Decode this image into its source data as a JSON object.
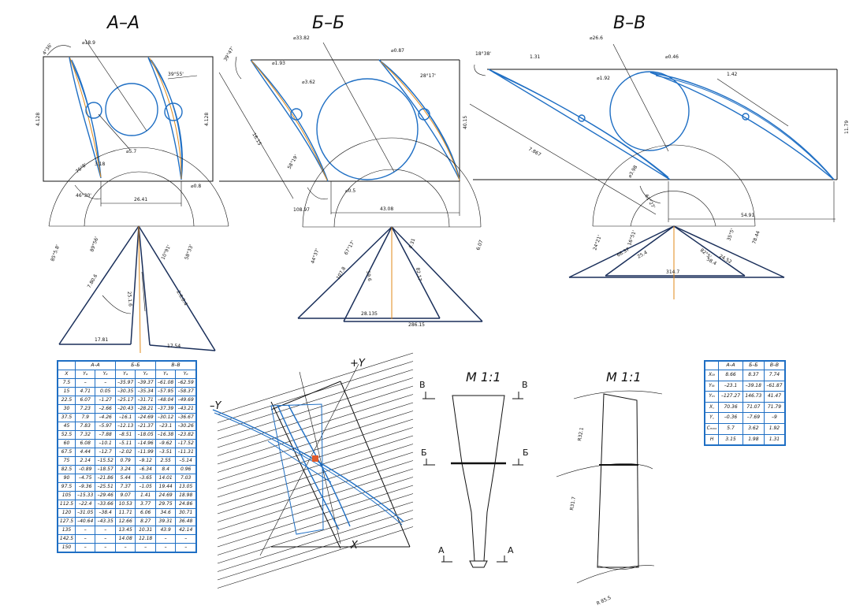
{
  "sections": {
    "aa": {
      "title": "А–А",
      "dims": [
        "4°36'",
        "⌀18.9",
        "⌀5.7",
        "3.18",
        "76°8'",
        "46°30'",
        "39°55'",
        "⌀0.8",
        "26.41",
        "4.128",
        "4.128"
      ]
    },
    "bb": {
      "title": "Б–Б",
      "dims": [
        "39°47'",
        "⌀33.82",
        "⌀0.87",
        "⌀1.93",
        "⌀3.62",
        "28°17'",
        "40.15",
        "16.15",
        "58°19'",
        "108.97",
        "⌀0.5",
        "43.08"
      ]
    },
    "vv": {
      "title": "В–В",
      "dims": [
        "18°38'",
        "1.31",
        "⌀26.6",
        "⌀0.46",
        "⌀1.92",
        "1.42",
        "7.867",
        "11.79",
        "⌀3.98",
        "61°27'",
        "54.91"
      ]
    }
  },
  "triangles": {
    "aa": {
      "dims": [
        "85°5.8'",
        "89°56'",
        "10°91'",
        "58°33'",
        "7.80.6",
        "25.1.6",
        "2.6.0.4",
        "17.81",
        "17.54"
      ]
    },
    "bb": {
      "dims": [
        "44°37'",
        "67°17'",
        "4.31",
        "82.17",
        "59.6",
        "107.8",
        "6.07",
        "28.135",
        "286.15"
      ]
    },
    "vv": {
      "dims": [
        "24°21'",
        "16°51'",
        "66.37",
        "25.4",
        "58.4",
        "35°5'",
        "78.44",
        "82°5'",
        "24.52",
        "314.7"
      ]
    }
  },
  "main_table": {
    "header_top": [
      "А–А",
      "Б–Б",
      "В–В"
    ],
    "header": [
      "X",
      "Yₐ",
      "Yₑ",
      "Yₐ",
      "Yₑ",
      "Yₐ",
      "Yₑ"
    ],
    "rows": [
      [
        "7.5",
        "–",
        "–",
        "–35.97",
        "–39.37",
        "–61.08",
        "–62.59"
      ],
      [
        "15",
        "4.71",
        "0.05",
        "–30.35",
        "–35.34",
        "–57.95",
        "–58.37"
      ],
      [
        "22.5",
        "6.07",
        "–1.27",
        "–25.17",
        "–31.71",
        "–48.04",
        "–49.69"
      ],
      [
        "30",
        "7.23",
        "–2.66",
        "–20.43",
        "–28.21",
        "–37.39",
        "–43.21"
      ],
      [
        "37.5",
        "7.9",
        "–4.26",
        "–16.1",
        "–24.69",
        "–30.12",
        "–36.67"
      ],
      [
        "45",
        "7.83",
        "–5.97",
        "–12.13",
        "–21.37",
        "–23.1",
        "–30.26"
      ],
      [
        "52.5",
        "7.32",
        "–7.88",
        "–8.51",
        "–18.05",
        "–16.38",
        "–23.82"
      ],
      [
        "60",
        "6.08",
        "–10.1",
        "–5.11",
        "–14.96",
        "–9.62",
        "–17.52"
      ],
      [
        "67.5",
        "4.44",
        "–12.7",
        "–2.02",
        "–11.99",
        "–3.51",
        "–11.31"
      ],
      [
        "75",
        "2.14",
        "–15.52",
        "0.79",
        "–9.12",
        "2.55",
        "–5.14"
      ],
      [
        "82.5",
        "–0.89",
        "–18.57",
        "3.24",
        "–6.34",
        "8.4",
        "0.96"
      ],
      [
        "90",
        "–4.75",
        "–21.86",
        "5.44",
        "–3.65",
        "14.01",
        "7.03"
      ],
      [
        "97.5",
        "–9.36",
        "–25.51",
        "7.37",
        "–1.05",
        "19.44",
        "13.05"
      ],
      [
        "105",
        "–15.33",
        "–29.46",
        "9.07",
        "1.41",
        "24.69",
        "18.98"
      ],
      [
        "112.5",
        "–22.4",
        "–33.66",
        "10.53",
        "3.77",
        "29.75",
        "24.86"
      ],
      [
        "120",
        "–31.05",
        "–38.4",
        "11.71",
        "6.06",
        "34.6",
        "30.71"
      ],
      [
        "127.5",
        "–40.64",
        "–43.35",
        "12.66",
        "8.27",
        "39.31",
        "36.48"
      ],
      [
        "135",
        "–",
        "–",
        "13.45",
        "10.31",
        "43.9",
        "42.14"
      ],
      [
        "142.5",
        "–",
        "–",
        "14.08",
        "12.18",
        "–",
        "–"
      ],
      [
        "150",
        "–",
        "–",
        "–",
        "–",
        "–",
        "–"
      ]
    ]
  },
  "param_table": {
    "header": [
      "",
      "А–А",
      "Б–Б",
      "В–В"
    ],
    "rows": [
      [
        "X₀ₜ",
        "8.66",
        "8.37",
        "7.74"
      ],
      [
        "Y₀ₜ",
        "–23.1",
        "–39.18",
        "–61.87"
      ],
      [
        "Yₘ",
        "–127.27",
        "146.73",
        "41.47"
      ],
      [
        "X꜀",
        "70.36",
        "71.07",
        "71.79"
      ],
      [
        "Y꜀",
        "–0.36",
        "–7.69",
        "–9"
      ],
      [
        "Cₘₐₓ",
        "5.7",
        "3.62",
        "1.92"
      ],
      [
        "H",
        "3.15",
        "1.98",
        "1.31"
      ]
    ]
  },
  "axes": {
    "plus_y": "+Y",
    "minus_y": "–Y",
    "x": "X"
  },
  "blade_front": {
    "title": "М 1:1",
    "markers": [
      "В",
      "В",
      "Б",
      "Б",
      "А",
      "А"
    ]
  },
  "blade_side": {
    "title": "М 1:1",
    "radii": [
      "R32.1",
      "R31.7",
      "R 85.5"
    ]
  }
}
